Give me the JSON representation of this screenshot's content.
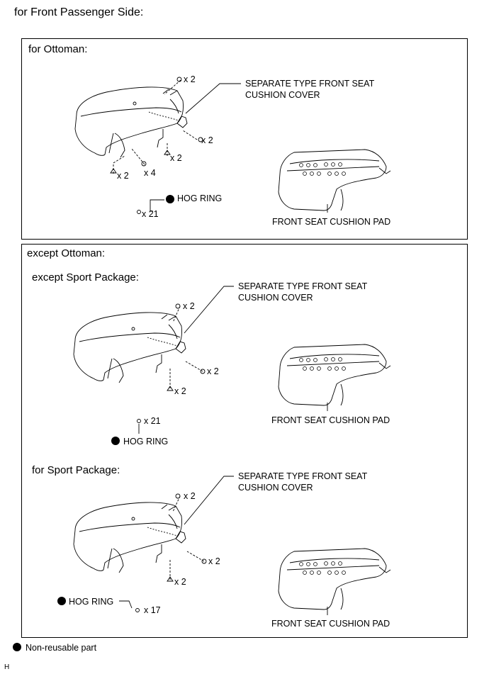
{
  "page_title": "for Front Passenger Side:",
  "sections": {
    "ottoman": {
      "heading": "for Ottoman:",
      "cover_label_1": "SEPARATE TYPE FRONT SEAT",
      "cover_label_2": "CUSHION COVER",
      "pad_label": "FRONT SEAT CUSHION PAD",
      "hog_ring_label": "HOG RING",
      "counts": [
        "x 2",
        "x 2",
        "x 2",
        "x 2",
        "x 4",
        "x 21"
      ]
    },
    "except_ottoman": {
      "heading": "except Ottoman:",
      "except_sport": {
        "heading": "except Sport Package:",
        "cover_label_1": "SEPARATE TYPE FRONT SEAT",
        "cover_label_2": "CUSHION COVER",
        "pad_label": "FRONT SEAT CUSHION PAD",
        "hog_ring_label": "HOG RING",
        "counts": [
          "x 2",
          "x 2",
          "x 2",
          "x 21"
        ]
      },
      "sport": {
        "heading": "for Sport Package:",
        "cover_label_1": "SEPARATE TYPE FRONT SEAT",
        "cover_label_2": "CUSHION COVER",
        "pad_label": "FRONT SEAT CUSHION PAD",
        "hog_ring_label": "HOG RING",
        "counts": [
          "x 2",
          "x 2",
          "x 2",
          "x 17"
        ]
      }
    }
  },
  "legend": {
    "label": "Non-reusable part"
  },
  "corner_mark": "H"
}
